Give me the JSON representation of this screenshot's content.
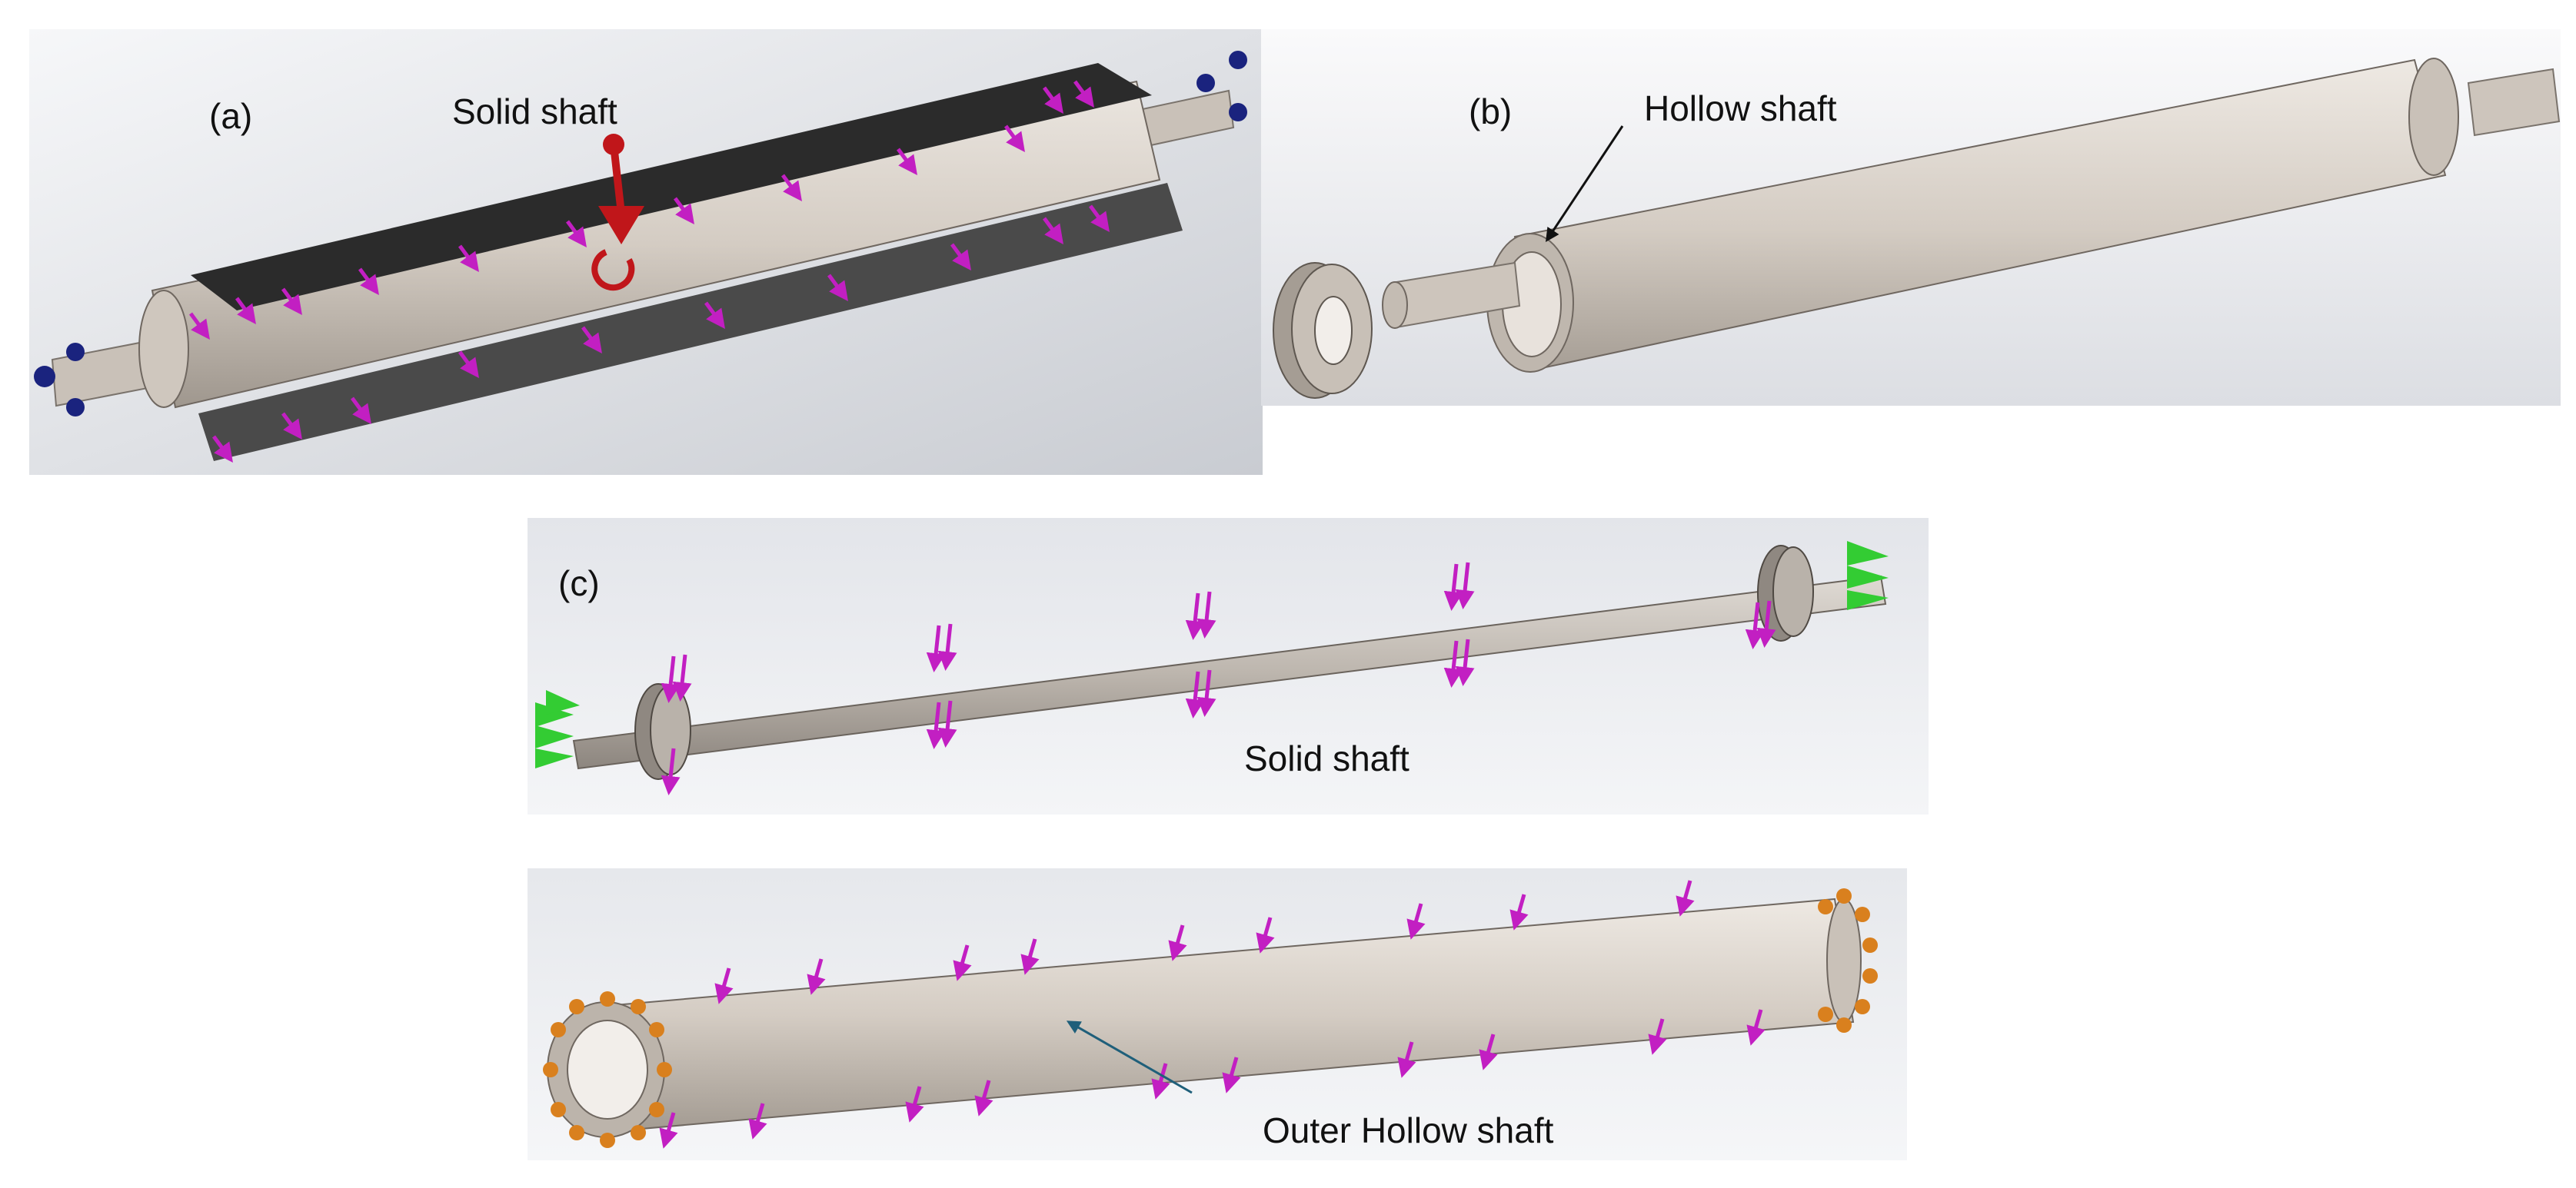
{
  "panels": {
    "a": {
      "tag": "(a)",
      "callout": "Solid shaft"
    },
    "b": {
      "tag": "(b)",
      "callout": "Hollow shaft"
    },
    "c": {
      "tag": "(c)",
      "callout_solid": "Solid shaft",
      "callout_hollow": "Outer Hollow shaft"
    }
  },
  "colors": {
    "shaft": "#d4ccc3",
    "shaft_dark": "#a79f96",
    "load_arrow": "#c21fc2",
    "fixture_blue": "#1a237e",
    "fixture_green": "#33cc33",
    "fixture_orange": "#d9801e",
    "torque_red": "#c0161a",
    "belt": "#2b2b2b",
    "callout_arrow_b": "#111111",
    "callout_arrow_c": "#1f5f7a"
  }
}
